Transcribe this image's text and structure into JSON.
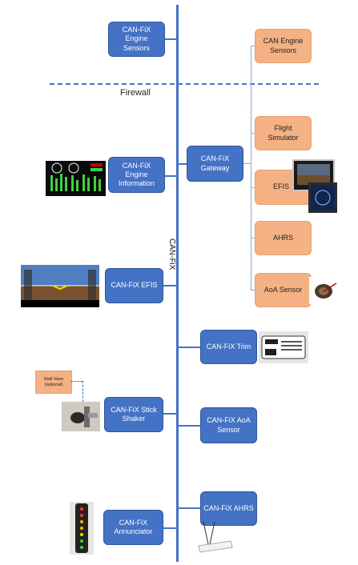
{
  "bus_label": "CAN-FiX",
  "firewall_label": "Firewall",
  "left_nodes": {
    "engine_sensors": "CAN-FiX\nEngine\nSensors",
    "engine_information": "CAN-FiX\nEngine\nInformation",
    "efis": "CAN-FiX EFIS",
    "stick_shaker": "CAN-FiX Stick\nShaker",
    "annunciator": "CAN-FiX\nAnnunciator"
  },
  "right_nodes": {
    "gateway": "CAN-FiX\nGateway",
    "trim": "CAN-FiX Trim",
    "aoa_sensor": "CAN-FiX AoA\nSensor",
    "ahrs": "CAN-FiX AHRS"
  },
  "gateway_devices": {
    "can_engine_sensors": "CAN Engine\nSensors",
    "flight_simulator": "Flight\nSimulator",
    "efis": "EFIS",
    "ahrs": "AHRS",
    "aoa_sensor": "AoA Sensor"
  },
  "stall_vane": "Stall Vane\n(optional)",
  "colors": {
    "node_blue": "#4472c4",
    "device_orange": "#f4b183"
  }
}
